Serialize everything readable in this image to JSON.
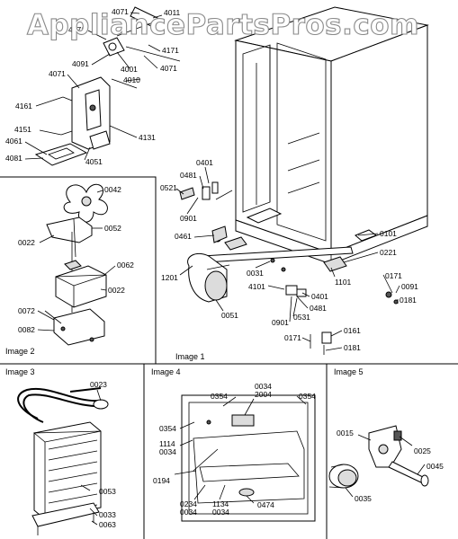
{
  "watermark": "AppliancePartsPros.com",
  "panels": {
    "image1": "Image 1",
    "image2": "Image 2",
    "image3": "Image 3",
    "image4": "Image 4",
    "image5": "Image 5"
  },
  "parts": {
    "p4071a": "4071",
    "p4011": "4011",
    "p4071b": "4071",
    "p4171": "4171",
    "p4091": "4091",
    "p4001": "4001",
    "p4071c": "4071",
    "p4010": "4010",
    "p4071d": "4071",
    "p4161": "4161",
    "p4151": "4151",
    "p4131": "4131",
    "p4061": "4061",
    "p4081": "4081",
    "p4051": "4051",
    "p0401a": "0401",
    "p0481a": "0481",
    "p0521": "0521",
    "p0901a": "0901",
    "p0461": "0461",
    "p1201": "1201",
    "p0031": "0031",
    "p4101": "4101",
    "p0051": "0051",
    "p0101": "0101",
    "p0221": "0221",
    "p1101": "1101",
    "p0171a": "0171",
    "p0091": "0091",
    "p0181a": "0181",
    "p0401b": "0401",
    "p0481b": "0481",
    "p0531": "0531",
    "p0901b": "0901",
    "p0161": "0161",
    "p0171b": "0171",
    "p0181b": "0181",
    "p0042": "0042",
    "p0052": "0052",
    "p0022a": "0022",
    "p0062": "0062",
    "p0022b": "0022",
    "p0072": "0072",
    "p0082": "0082",
    "p0023": "0023",
    "p0053": "0053",
    "p0033": "0033",
    "p0063": "0063",
    "p0354a": "0354",
    "p0034a": "0034",
    "p2004": "2004",
    "p0354b": "0354",
    "p0354c": "0354",
    "p1114": "1114",
    "p0034b": "0034",
    "p0194": "0194",
    "p0234": "0234",
    "p0034c": "0034",
    "p1134": "1134",
    "p0034d": "0034",
    "p0474": "0474",
    "p0015": "0015",
    "p0025": "0025",
    "p0045": "0045",
    "p0035": "0035"
  }
}
